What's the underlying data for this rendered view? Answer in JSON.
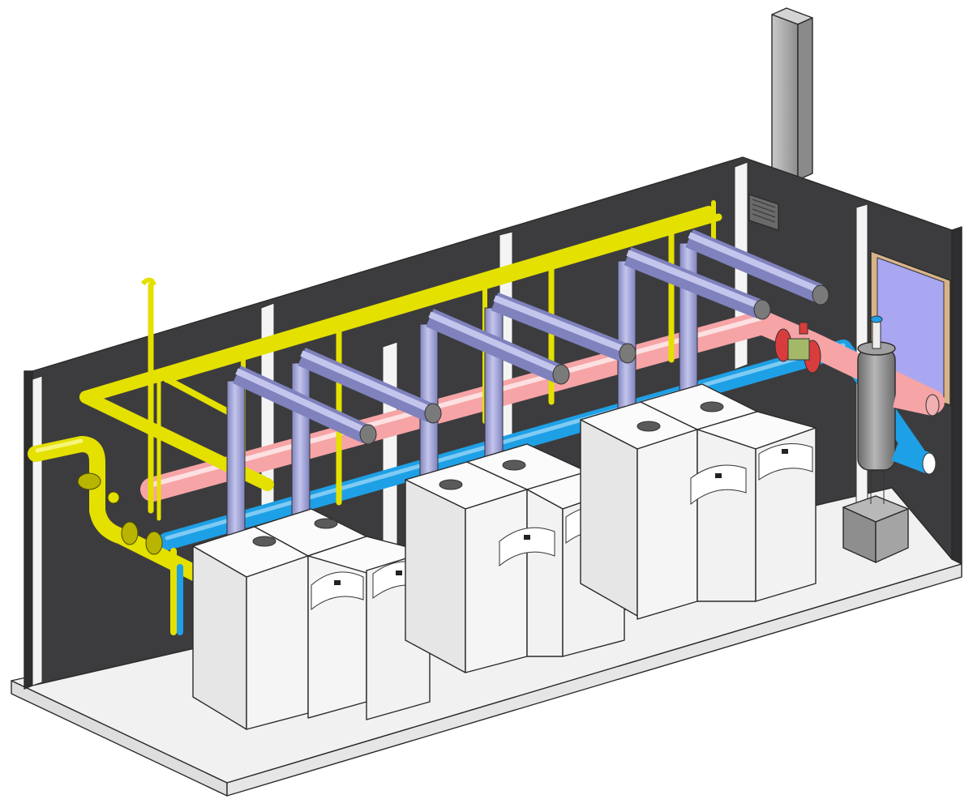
{
  "colors": {
    "background": "#ffffff",
    "wall": "#3c3c3e",
    "wall_dark": "#2e2e30",
    "floor": "#f1f1f1",
    "floor_edge": "#dedede",
    "gas_pipe": "#e4e000",
    "supply_pipe": "#f6a4a6",
    "return_pipe": "#1ea0e6",
    "flue": "#a6a8d6",
    "boiler": "#f7f7f7",
    "separator": "#8b8b8b",
    "window": "#a9a7f2",
    "window_frame": "#d8b38a",
    "chimney": "#a9a9a9",
    "column": "#f4f4f4"
  },
  "scene": {
    "boilers": [
      {
        "id": "unit-1",
        "modules": 2
      },
      {
        "id": "unit-2",
        "modules": 2
      },
      {
        "id": "unit-3",
        "modules": 2
      }
    ],
    "components": [
      "gas-inlet-pipe",
      "gas-regulator",
      "gas-header-pipe",
      "supply-header-pipe",
      "return-header-pipe",
      "flue-pipes",
      "hydraulic-separator",
      "chimney",
      "ventilation-grille",
      "window"
    ]
  }
}
